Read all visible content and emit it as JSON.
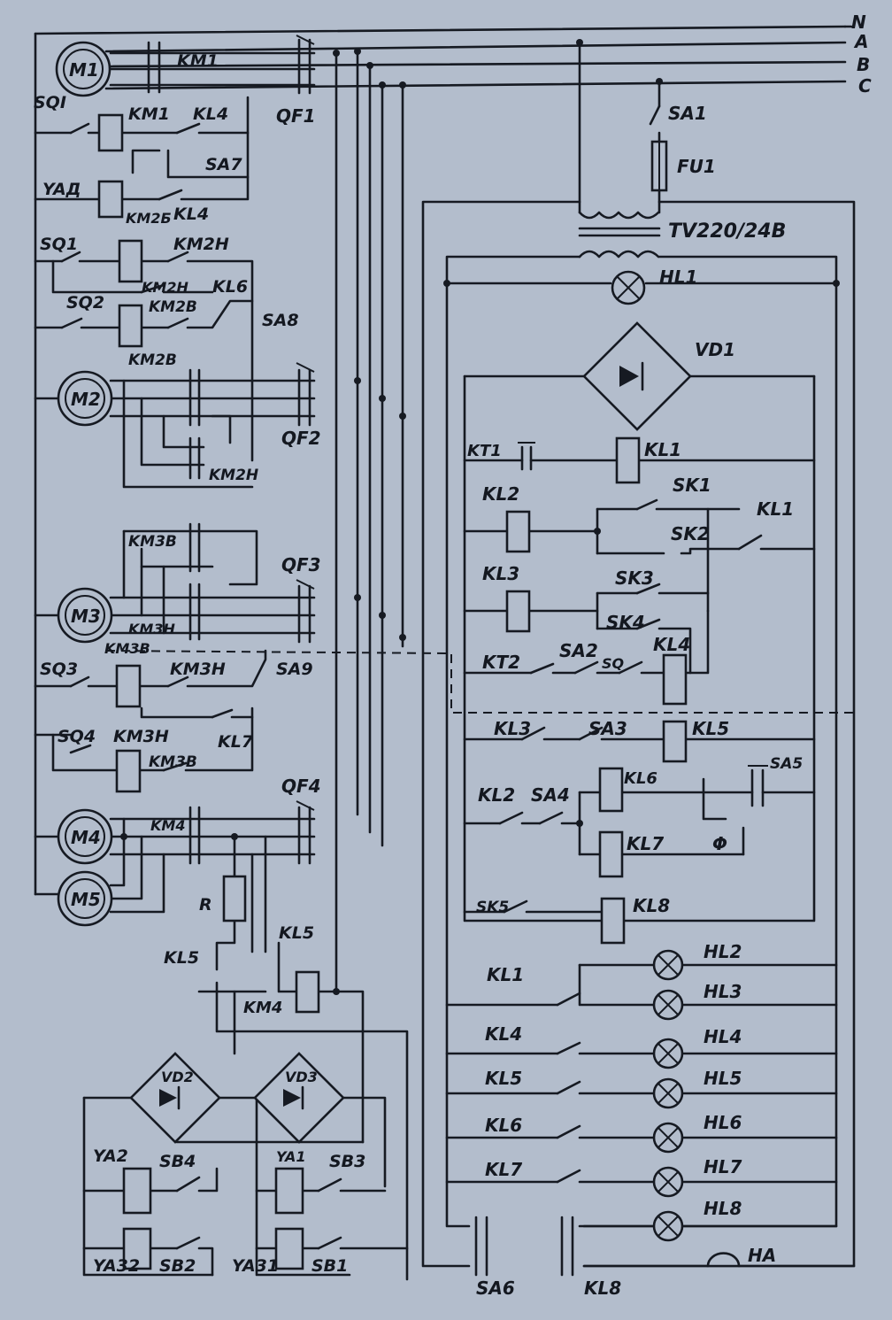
{
  "bus": [
    "N",
    "A",
    "B",
    "C"
  ],
  "colors": {
    "paper": "#b3bdcc",
    "ink": "#161a22"
  },
  "motors": [
    {
      "label": "M1"
    },
    {
      "label": "M2"
    },
    {
      "label": "M3"
    },
    {
      "label": "M4"
    },
    {
      "label": "M5"
    }
  ],
  "breakers": [
    "QF1",
    "QF2",
    "QF3",
    "QF4"
  ],
  "left_labels": [
    {
      "text": "KM1",
      "id": "km1-top"
    },
    {
      "text": "SQI",
      "id": "sqi"
    },
    {
      "text": "KM1",
      "id": "km1-coil"
    },
    {
      "text": "KL4",
      "id": "kl4-a"
    },
    {
      "text": "SA7",
      "id": "sa7"
    },
    {
      "text": "YAД",
      "id": "yad"
    },
    {
      "text": "KM2Б",
      "id": "km2b-a"
    },
    {
      "text": "KL4",
      "id": "kl4-b"
    },
    {
      "text": "SQ1",
      "id": "sq1"
    },
    {
      "text": "KM2H",
      "id": "km2h-a"
    },
    {
      "text": "KM2H",
      "id": "km2h-b"
    },
    {
      "text": "KL6",
      "id": "kl6-a"
    },
    {
      "text": "SQ2",
      "id": "sq2"
    },
    {
      "text": "KM2B",
      "id": "km2b-b"
    },
    {
      "text": "SA8",
      "id": "sa8"
    },
    {
      "text": "KM2B",
      "id": "km2b-c"
    },
    {
      "text": "KM2H",
      "id": "km2h-c"
    },
    {
      "text": "KM3B",
      "id": "km3b-a"
    },
    {
      "text": "KM3H",
      "id": "km3h-a"
    },
    {
      "text": "KM3B",
      "id": "km3b-b"
    },
    {
      "text": "SQ3",
      "id": "sq3"
    },
    {
      "text": "KM3H",
      "id": "km3h-b"
    },
    {
      "text": "SA9",
      "id": "sa9"
    },
    {
      "text": "SQ4",
      "id": "sq4"
    },
    {
      "text": "KM3H",
      "id": "km3h-c"
    },
    {
      "text": "KL7",
      "id": "kl7-a"
    },
    {
      "text": "KM3B",
      "id": "km3b-c"
    },
    {
      "text": "KM4",
      "id": "km4-a"
    },
    {
      "text": "R",
      "id": "r"
    },
    {
      "text": "KL5",
      "id": "kl5-a"
    },
    {
      "text": "KL5",
      "id": "kl5-b"
    },
    {
      "text": "KM4",
      "id": "km4-b"
    },
    {
      "text": "VD2",
      "id": "vd2"
    },
    {
      "text": "VD3",
      "id": "vd3"
    },
    {
      "text": "YA2",
      "id": "ya2"
    },
    {
      "text": "SB4",
      "id": "sb4"
    },
    {
      "text": "YA1",
      "id": "ya1"
    },
    {
      "text": "SB3",
      "id": "sb3"
    },
    {
      "text": "YA32",
      "id": "ya32"
    },
    {
      "text": "SB2",
      "id": "sb2"
    },
    {
      "text": "YA31",
      "id": "ya31"
    },
    {
      "text": "SB1",
      "id": "sb1"
    }
  ],
  "right_labels": [
    {
      "text": "SA1",
      "id": "sa1"
    },
    {
      "text": "FU1",
      "id": "fu1"
    },
    {
      "text": "TV220/24B",
      "id": "tv"
    },
    {
      "text": "HL1",
      "id": "hl1"
    },
    {
      "text": "VD1",
      "id": "vd1"
    },
    {
      "text": "KT1",
      "id": "kt1"
    },
    {
      "text": "KL1",
      "id": "kl1-coil"
    },
    {
      "text": "SK1",
      "id": "sk1"
    },
    {
      "text": "KL2",
      "id": "kl2-coil"
    },
    {
      "text": "KL1",
      "id": "kl1-c"
    },
    {
      "text": "SK2",
      "id": "sk2"
    },
    {
      "text": "KL3",
      "id": "kl3-coil"
    },
    {
      "text": "SK3",
      "id": "sk3"
    },
    {
      "text": "SK4",
      "id": "sk4"
    },
    {
      "text": "KT2",
      "id": "kt2"
    },
    {
      "text": "SA2",
      "id": "sa2"
    },
    {
      "text": "SQ",
      "id": "sq-r"
    },
    {
      "text": "KL4",
      "id": "kl4-coil"
    },
    {
      "text": "KL3",
      "id": "kl3-c"
    },
    {
      "text": "SA3",
      "id": "sa3"
    },
    {
      "text": "KL5",
      "id": "kl5-coil"
    },
    {
      "text": "KL2",
      "id": "kl2-c"
    },
    {
      "text": "SA4",
      "id": "sa4"
    },
    {
      "text": "KL6",
      "id": "kl6-coil"
    },
    {
      "text": "SA5",
      "id": "sa5"
    },
    {
      "text": "KL7",
      "id": "kl7-coil"
    },
    {
      "text": "Φ",
      "id": "phi"
    },
    {
      "text": "SK5",
      "id": "sk5"
    },
    {
      "text": "KL8",
      "id": "kl8-coil"
    },
    {
      "text": "KL1",
      "id": "kl1-lamp"
    },
    {
      "text": "KL4",
      "id": "kl4-lamp"
    },
    {
      "text": "KL5",
      "id": "kl5-lamp"
    },
    {
      "text": "KL6",
      "id": "kl6-lamp"
    },
    {
      "text": "KL7",
      "id": "kl7-lamp"
    },
    {
      "text": "HL2",
      "id": "hl2"
    },
    {
      "text": "HL3",
      "id": "hl3"
    },
    {
      "text": "HL4",
      "id": "hl4"
    },
    {
      "text": "HL5",
      "id": "hl5"
    },
    {
      "text": "HL6",
      "id": "hl6"
    },
    {
      "text": "HL7",
      "id": "hl7"
    },
    {
      "text": "HL8",
      "id": "hl8"
    },
    {
      "text": "HA",
      "id": "ha"
    },
    {
      "text": "SA6",
      "id": "sa6"
    },
    {
      "text": "KL8",
      "id": "kl8-c"
    }
  ]
}
